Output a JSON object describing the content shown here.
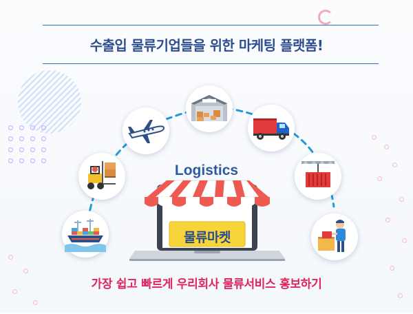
{
  "header": {
    "headline": "수출입 물류기업들을 위한 마케팅 플랫폼!"
  },
  "center": {
    "logistics_label": "Logistics",
    "store_sign": "물류마켓"
  },
  "footer": {
    "tagline": "가장 쉽고 빠르게 우리회사 물류서비스 홍보하기"
  },
  "icons": {
    "ship": "cargo-ship-icon",
    "forklift": "forklift-icon",
    "plane": "airplane-icon",
    "warehouse": "warehouse-icon",
    "truck": "truck-icon",
    "crane": "crane-container-icon",
    "worker": "worker-package-icon",
    "store": "store-awning-icon",
    "laptop": "laptop-icon"
  },
  "colors": {
    "headline": "#2e4d8f",
    "tagline": "#e0245e",
    "accent_line": "#2a6fd6",
    "awning_red": "#ee5a52",
    "sign_yellow": "#f7d53a"
  }
}
